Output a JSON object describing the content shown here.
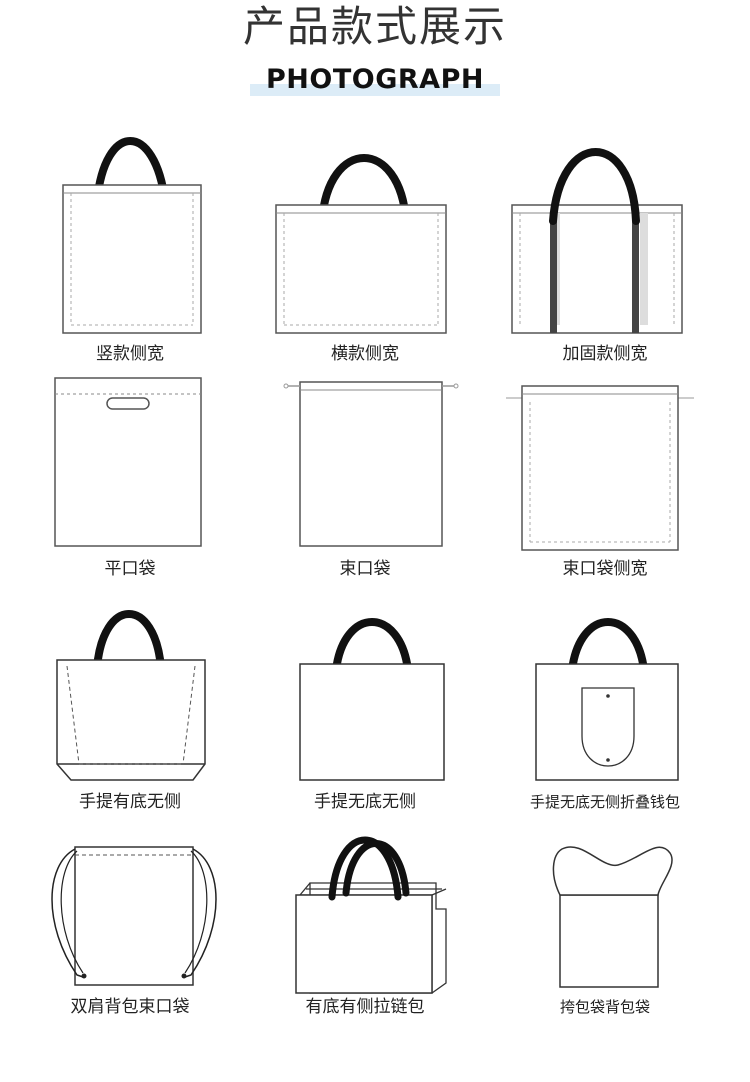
{
  "header": {
    "title": "产品款式展示",
    "subtitle": "PHOTOGRAPH"
  },
  "styles": [
    {
      "label": "竖款侧宽",
      "icon": "vertical-gusset-bag-icon"
    },
    {
      "label": "横款侧宽",
      "icon": "horizontal-gusset-bag-icon"
    },
    {
      "label": "加固款侧宽",
      "icon": "reinforced-gusset-bag-icon"
    },
    {
      "label": "平口袋",
      "icon": "die-cut-flat-bag-icon"
    },
    {
      "label": "束口袋",
      "icon": "drawstring-bag-icon"
    },
    {
      "label": "束口袋侧宽",
      "icon": "drawstring-gusset-bag-icon"
    },
    {
      "label": "手提有底无侧",
      "icon": "handle-bottom-no-side-bag-icon"
    },
    {
      "label": "手提无底无侧",
      "icon": "handle-flat-bag-icon"
    },
    {
      "label": "手提无底无侧折叠钱包",
      "icon": "foldable-pouch-bag-icon"
    },
    {
      "label": "双肩背包束口袋",
      "icon": "backpack-drawstring-bag-icon"
    },
    {
      "label": "有底有侧拉链包",
      "icon": "zipper-gusset-bag-icon"
    },
    {
      "label": "挎包袋背包袋",
      "icon": "vest-carrier-bag-icon"
    }
  ]
}
